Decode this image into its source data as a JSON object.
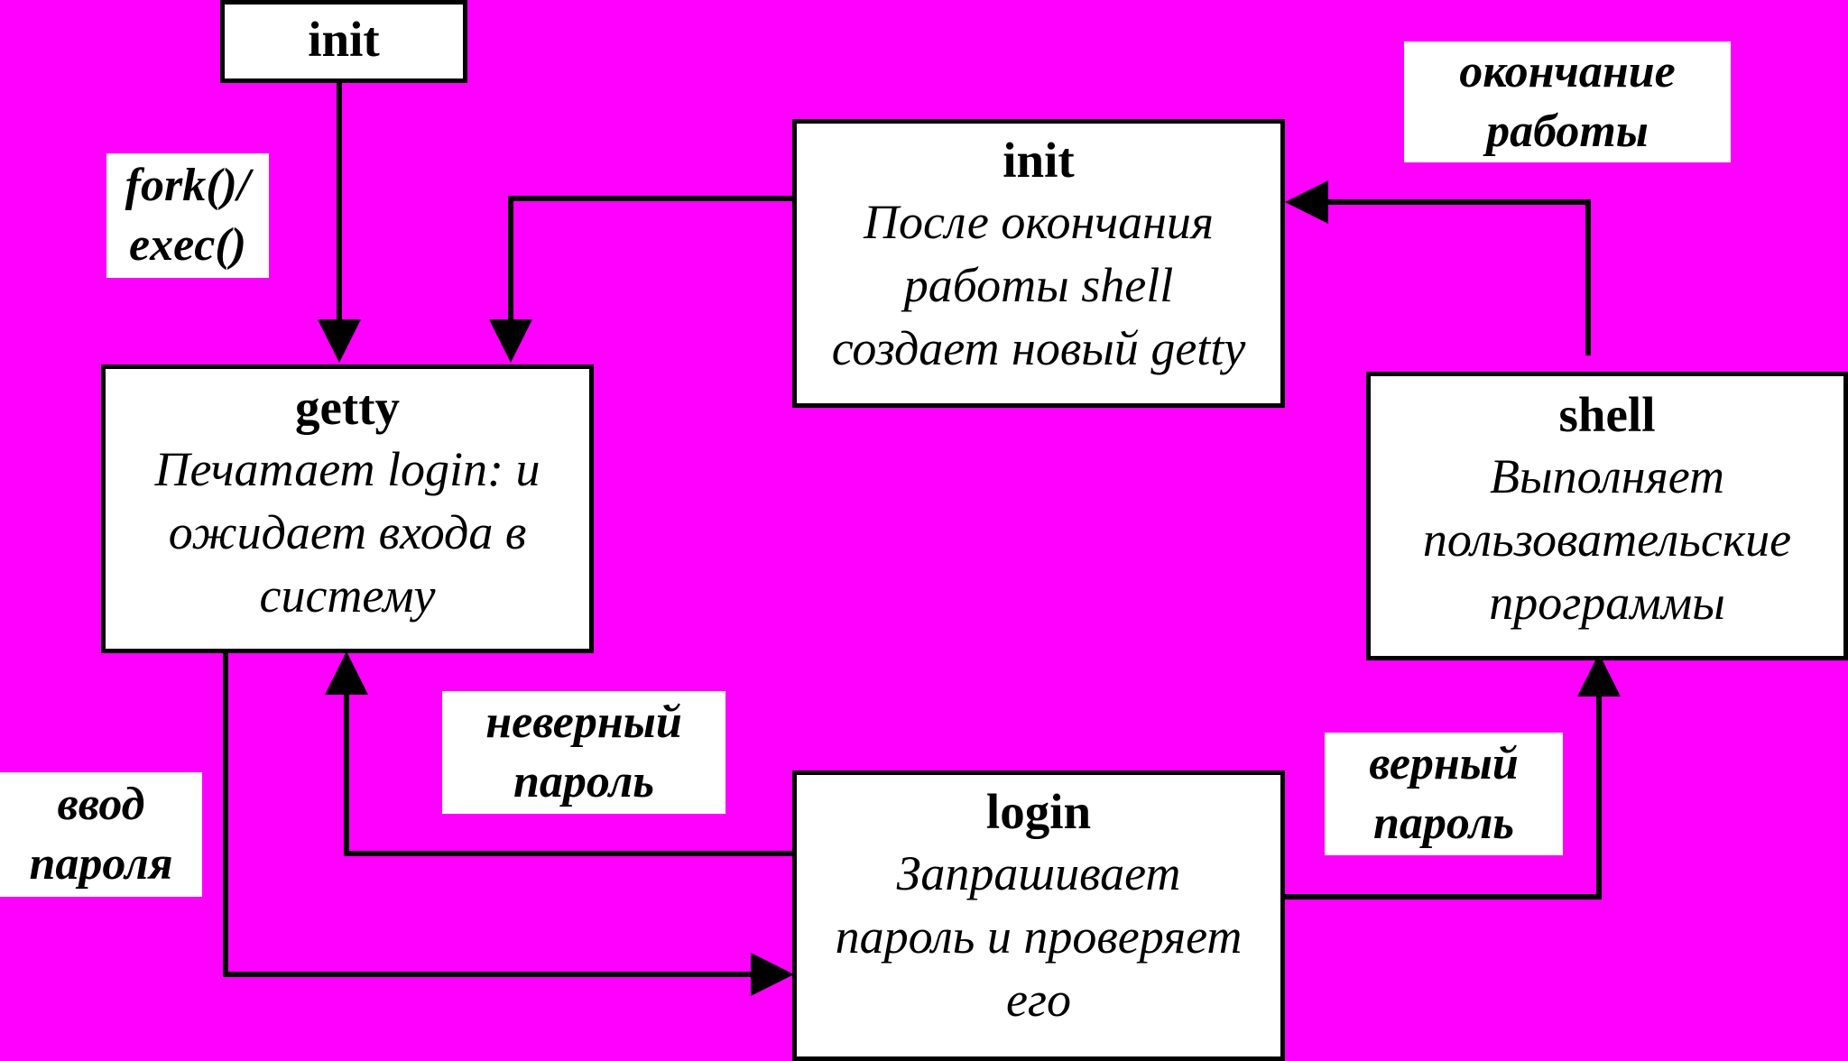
{
  "colors": {
    "background": "#ff00ff",
    "box_fill": "#ffffff",
    "box_border": "#000000",
    "arrow": "#000000"
  },
  "nodes": {
    "init_top": {
      "title": "init"
    },
    "init_restart": {
      "title": "init",
      "desc": "После окончания\nработы shell\nсоздает новый getty"
    },
    "getty": {
      "title": "getty",
      "desc": "Печатает login: и\nожидает входа в\nсистему"
    },
    "shell": {
      "title": "shell",
      "desc": "Выполняет\nпользовательские\nпрограммы"
    },
    "login": {
      "title": "login",
      "desc": "Запрашивает\nпароль и проверяет\nего"
    }
  },
  "edges": {
    "fork_exec": "fork()/\nexec()",
    "end_of_work": "окончание\nработы",
    "wrong_password": "неверный\nпароль",
    "password_input": "ввод\nпароля",
    "correct_password": "верный\nпароль"
  }
}
